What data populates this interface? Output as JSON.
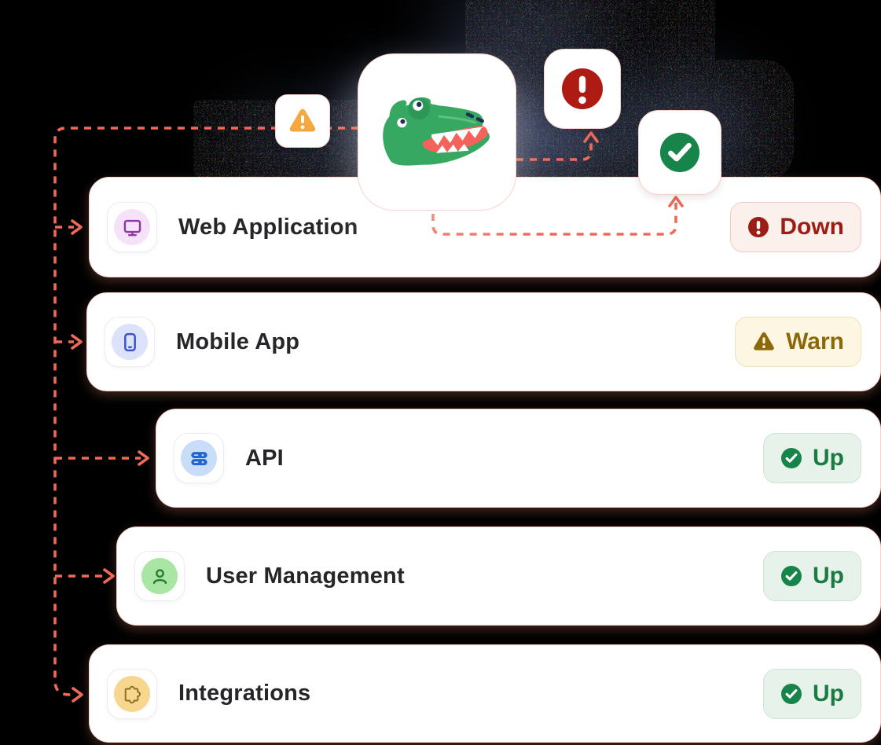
{
  "diagram": {
    "mascot": "crocodile",
    "accent_color": "#EE6A57",
    "top_icons": [
      {
        "name": "warning-triangle",
        "color": "#F6A83B"
      },
      {
        "name": "mascot-crocodile",
        "color": "#37A862"
      },
      {
        "name": "error-circle",
        "color": "#AF1B12"
      },
      {
        "name": "check-circle",
        "color": "#17854A"
      }
    ]
  },
  "services": [
    {
      "label": "Web Application",
      "icon": "monitor-icon",
      "status": {
        "label": "Down",
        "type": "down",
        "color": "#9C1D13",
        "bg": "#FCF0ED",
        "icon": "error-circle-icon"
      }
    },
    {
      "label": "Mobile App",
      "icon": "smartphone-icon",
      "status": {
        "label": "Warn",
        "type": "warn",
        "color": "#8D6808",
        "bg": "#FCF6E3",
        "icon": "warning-triangle-icon"
      }
    },
    {
      "label": "API",
      "icon": "server-stack-icon",
      "status": {
        "label": "Up",
        "type": "up",
        "color": "#1B7C42",
        "bg": "#E7F2EB",
        "icon": "check-circle-icon"
      }
    },
    {
      "label": "User Management",
      "icon": "user-icon",
      "status": {
        "label": "Up",
        "type": "up",
        "color": "#1B7C42",
        "bg": "#E7F2EB",
        "icon": "check-circle-icon"
      }
    },
    {
      "label": "Integrations",
      "icon": "puzzle-icon",
      "status": {
        "label": "Up",
        "type": "up",
        "color": "#1B7C42",
        "bg": "#E7F2EB",
        "icon": "check-circle-icon"
      }
    }
  ]
}
